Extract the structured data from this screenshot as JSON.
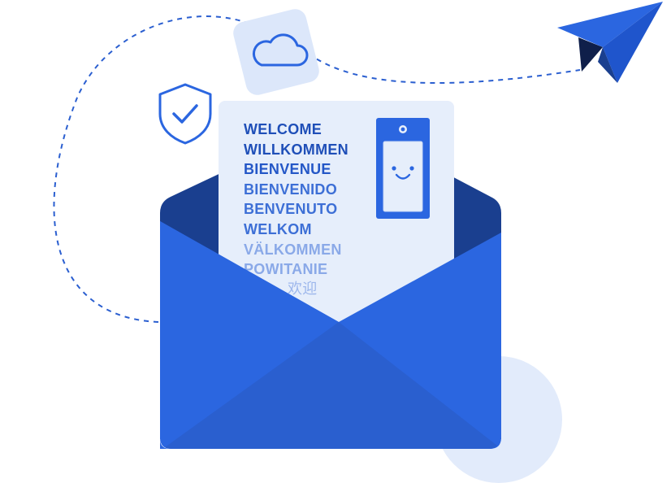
{
  "illustration": {
    "greetings": [
      "WELCOME",
      "WILLKOMMEN",
      "BIENVENUE",
      "BIENVENIDO",
      "BENVENUTO",
      "WELKOM",
      "VÄLKOMMEN",
      "POWITANIE",
      "欢迎"
    ],
    "icons": [
      "cloud-icon",
      "shield-check-icon",
      "paper-plane-icon",
      "phone-smiley-icon"
    ],
    "colors": {
      "envelope_blue": "#2b66e0",
      "envelope_dark": "#1a3f8f",
      "envelope_mid": "#2a5fcf",
      "letter_bg": "#e6eefb",
      "accent_circle": "#e2ebfb",
      "dash_line": "#2b5fd0"
    }
  }
}
